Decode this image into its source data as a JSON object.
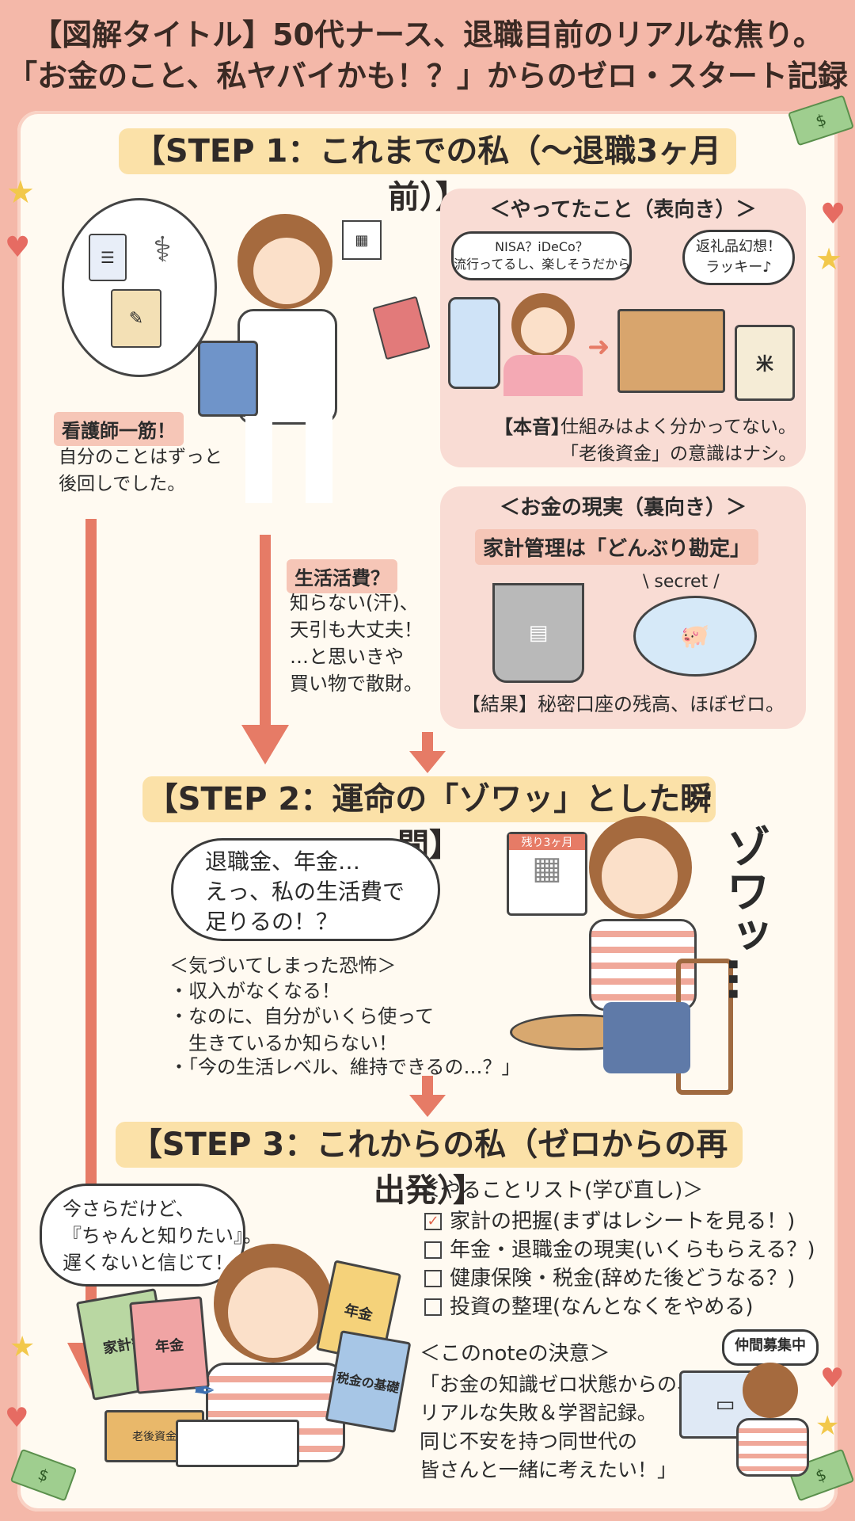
{
  "header": {
    "line1": "【図解タイトル】50代ナース、退職目前のリアルな焦り。",
    "line2": "「お金のこと、私ヤバイかも！？」からのゼロ・スタート記録"
  },
  "step1": {
    "title": "【STEP 1：これまでの私（〜退職3ヶ月前）】",
    "tag_nurse": "看護師一筋！",
    "nurse_text": "自分のことはずっと\n後回しでした。",
    "card_front": {
      "heading": "＜やってたこと（表向き）＞",
      "bubble_left": "NISA？iDeCo？\n流行ってるし、楽しそうだから",
      "bubble_right": "返礼品幻想！\nラッキー♪",
      "honne_label": "【本音】",
      "honne_text": "仕組みはよく分かってない。\n「老後資金」の意識はナシ。"
    },
    "card_back": {
      "heading": "＜お金の現実（裏向き）＞",
      "subheading": "家計管理は「どんぶり勘定」",
      "secret": "\\ secret /",
      "result": "【結果】秘密口座の残高、ほぼゼロ。"
    },
    "tag_living": "生活活費？",
    "living_text": "知らない(汗)、\n天引も大丈夫！\n…と思いきや\n買い物で散財。"
  },
  "step2": {
    "title": "【STEP 2：運命の「ゾワッ」とした瞬間】",
    "bubble": "退職金、年金…\nえっ、私の生活費で\n足りるの！？",
    "fear_heading": "＜気づいてしまった恐怖＞",
    "fear_items": [
      "・収入がなくなる！",
      "・なのに、自分がいくら使って\n　生きているか知らない！",
      "・「今の生活レベル、維持できるの…？」"
    ],
    "sfx": "ゾワッ…",
    "calendar_label": "残り3ヶ月"
  },
  "step3": {
    "title": "【STEP 3：これからの私（ゼロからの再出発）】",
    "bubble": "今さらだけど、\n『ちゃんと知りたい』。\n遅くないと信じて！",
    "todo_heading": "＜やることリスト(学び直し)＞",
    "todo": [
      {
        "text": "家計の把握(まずはレシートを見る！)",
        "checked": true
      },
      {
        "text": "年金・退職金の現実(いくらもらえる？)",
        "checked": false
      },
      {
        "text": "健康保険・税金(辞めた後どうなる？)",
        "checked": false
      },
      {
        "text": "投資の整理(なんとなくをやめる)",
        "checked": false
      }
    ],
    "resolve_heading": "＜このnoteの決意＞",
    "resolve_text": "「お金の知識ゼロ状態からの、\nリアルな失敗＆学習記録。\n同じ不安を持つ同世代の\n皆さんと一緒に考えたい！」",
    "recruit": "仲間募集中",
    "books": [
      "家計簿",
      "年金",
      "年金",
      "税金の基礎",
      "老後資金"
    ]
  },
  "colors": {
    "accent": "#e67b66",
    "title_bg": "#fbe1a8",
    "card": "#f9dcd4",
    "bg": "#f4b8a9"
  },
  "icons": [
    "stethoscope-icon",
    "clipboard-icon",
    "calendar-icon",
    "smartphone-icon",
    "parcel-icon",
    "trash-can-icon",
    "piggy-bank-icon",
    "heart-icon",
    "star-icon",
    "money-icon",
    "book-icon",
    "computer-icon"
  ]
}
